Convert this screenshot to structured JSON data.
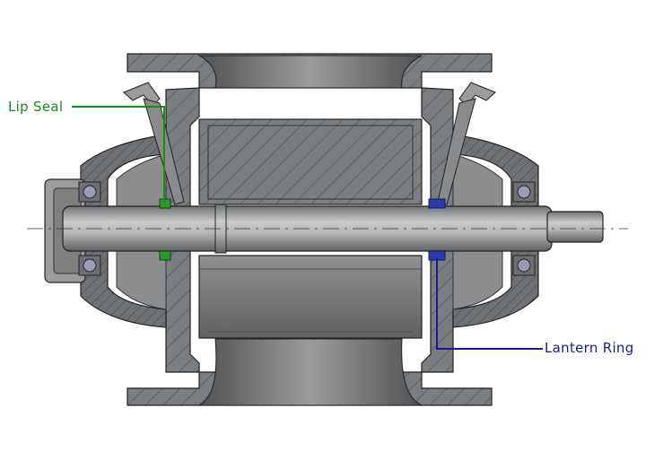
{
  "diagram": {
    "labels": {
      "lip_seal": "Lip Seal",
      "lantern_ring": "Lantern Ring"
    },
    "colors": {
      "lip_seal": "#1a8a1a",
      "lantern_ring": "#1a1a8c",
      "housing": "#777a7c",
      "housing_dark": "#55585a",
      "shaft": "#a9abad",
      "rotor": "#8a8c8e",
      "outline": "#222222",
      "bearing": "#9b9bb8"
    },
    "icons": {
      "lip_seal_callout": "leader-line",
      "lantern_ring_callout": "leader-line"
    }
  }
}
